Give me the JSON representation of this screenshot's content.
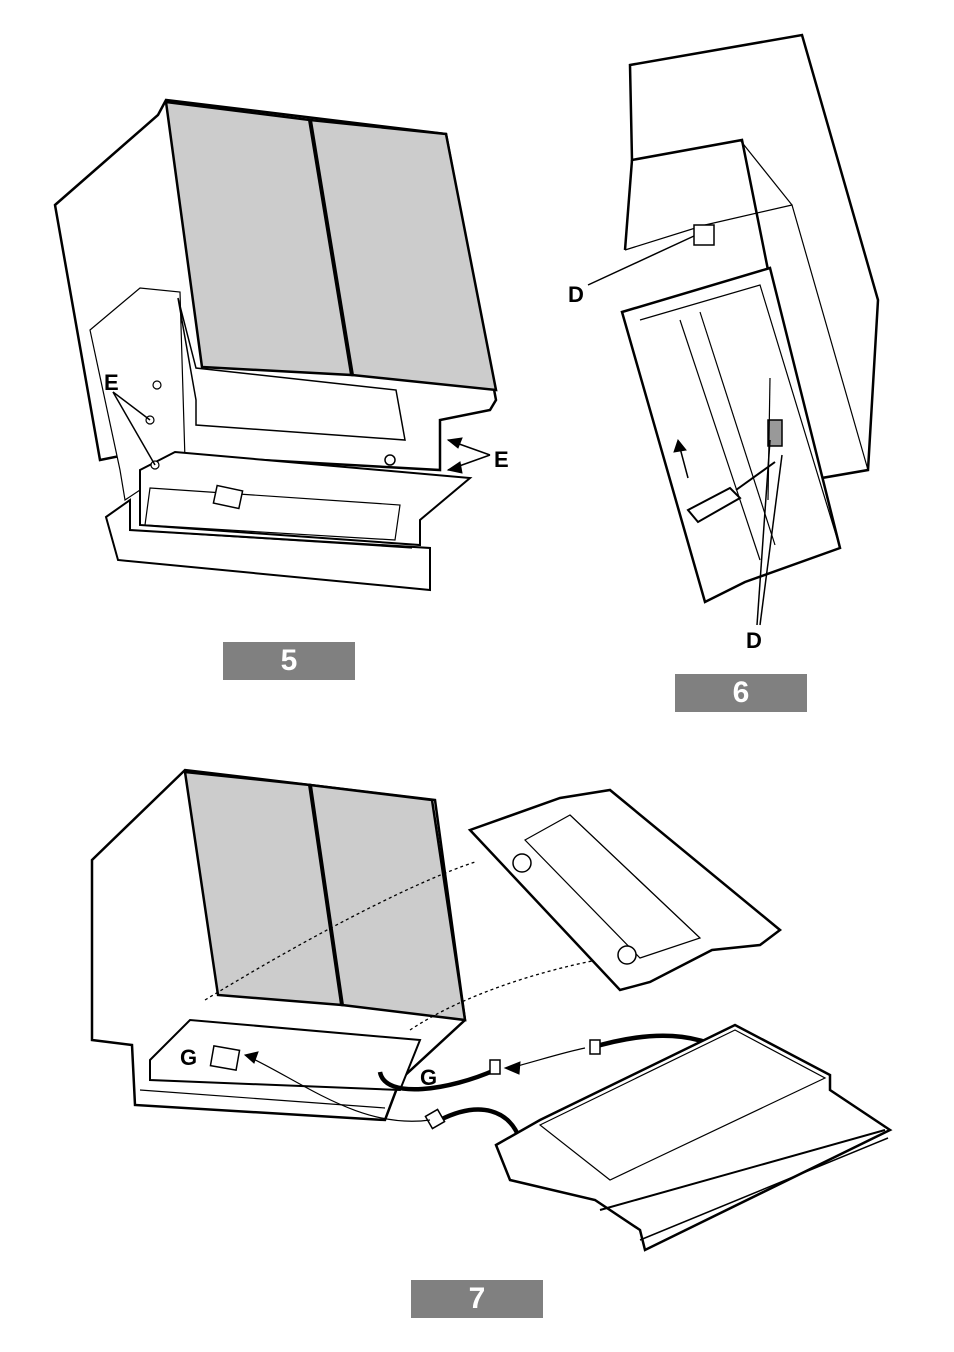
{
  "figures": [
    {
      "number": "5",
      "labels": [
        "E",
        "E"
      ]
    },
    {
      "number": "6",
      "labels": [
        "D",
        "D"
      ]
    },
    {
      "number": "7",
      "labels": [
        "G",
        "G"
      ]
    }
  ],
  "colors": {
    "panel": "#cccccc",
    "badge": "#808080",
    "line": "#000000"
  }
}
